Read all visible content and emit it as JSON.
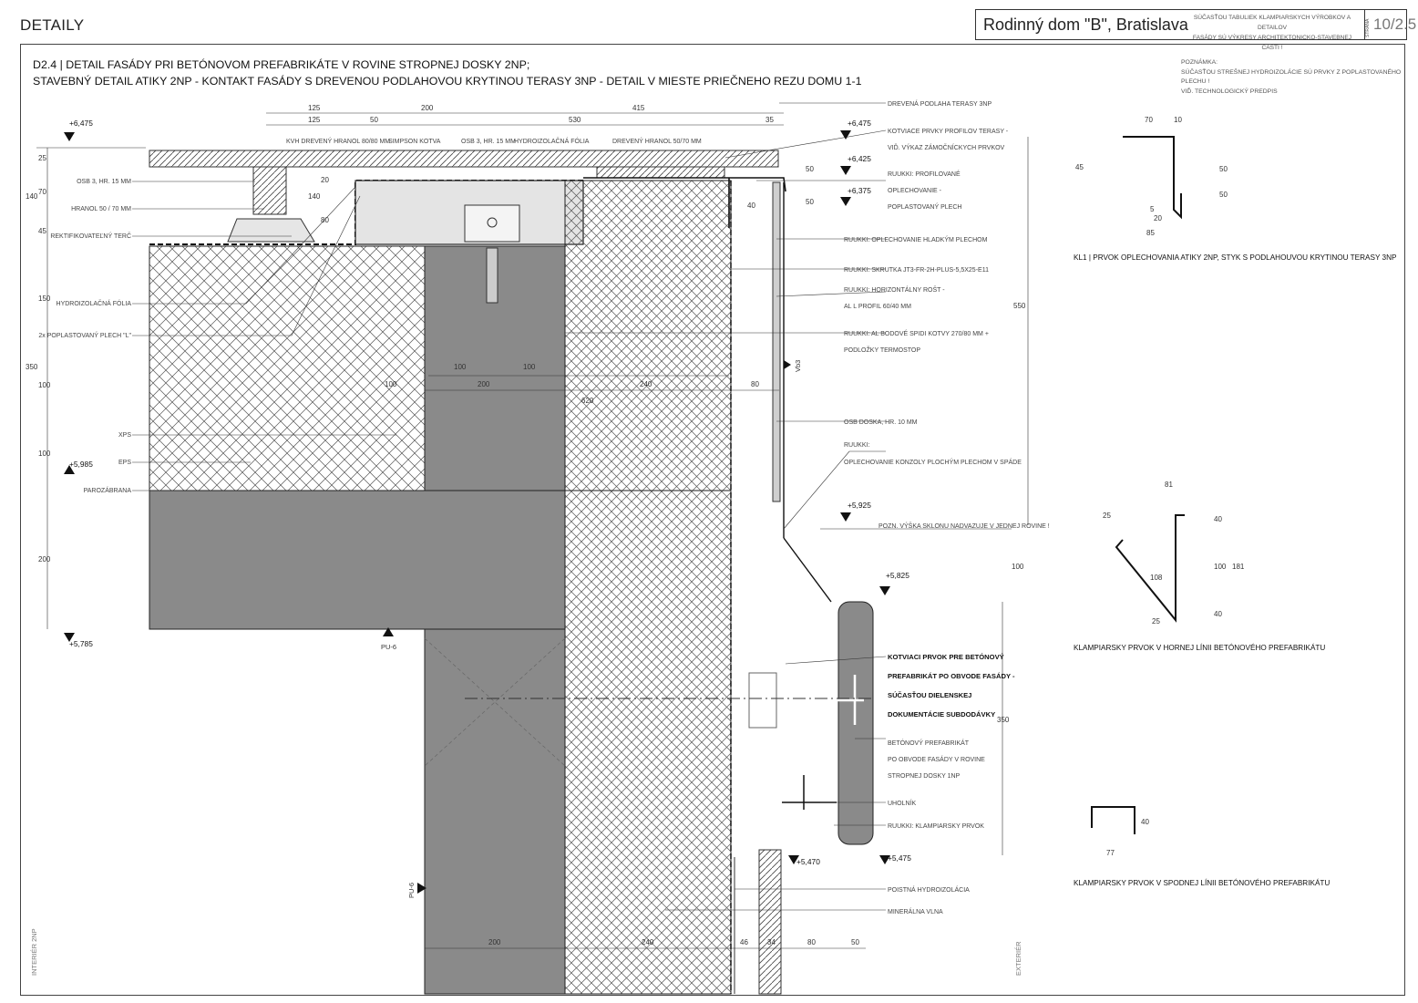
{
  "header": {
    "sheet_title": "DETAILY",
    "project": "Rodinný dom \"B\", Bratislava",
    "note_line1": "SÚČASŤOU TABULIEK KLAMPIARSKYCH VÝROBKOV A DETAILOV",
    "note_line2": "FASÁDY SÚ VÝKRESY ARCHITEKTONICKO-STAVEBNEJ ČASTI !",
    "sheet_label": "STRANA",
    "sheet_no": "10/2.5"
  },
  "detail": {
    "title_line1": "D2.4 | DETAIL FASÁDY PRI BETÓNOVOM PREFABRIKÁTE V ROVINE STROPNEJ DOSKY 2NP;",
    "title_line2": "STAVEBNÝ DETAIL ATIKY 2NP - KONTAKT FASÁDY S DREVENOU PODLAHOVOU KRYTINOU TERASY 3NP - DETAIL V MIESTE PRIEČNEHO REZU DOMU 1-1"
  },
  "note": {
    "l1": "POZNÁMKA:",
    "l2": "SÚČASŤOU STREŠNEJ HYDROIZOLÁCIE SÚ PRVKY Z POPLASTOVANÉHO PLECHU !",
    "l3": "VIĎ. TECHNOLOGICKÝ PREDPIS"
  },
  "levels": {
    "l6475a": "+6,475",
    "l6475b": "+6,475",
    "l6425": "+6,425",
    "l6375": "+6,375",
    "l5985": "+5,985",
    "l5785": "+5,785",
    "l5925": "+5,925",
    "l5825": "+5,825",
    "l5470": "+5,470",
    "l5475": "+5,475"
  },
  "labels_left": {
    "osb3": "OSB 3, HR. 15 MM",
    "hranol": "HRANOL 50 / 70 MM",
    "terc": "REKTIFIKOVATEĽNÝ TERČ",
    "hydro": "HYDROIZOLAČNÁ FÓLIA",
    "plech": "2x POPLASTOVANÝ PLECH \"L\"",
    "xps": "XPS",
    "eps": "EPS",
    "paro": "PAROZÁBRANA"
  },
  "labels_top": {
    "kvh": "KVH DREVENÝ HRANOL 80/80 MM",
    "simpson": "SIMPSON KOTVA",
    "osb": "OSB 3, HR. 15 MM",
    "hydro": "HYDROIZOLAČNÁ FÓLIA",
    "drev": "DREVENÝ HRANOL 50/70 MM"
  },
  "labels_right": {
    "podlaha": "DREVENÁ PODLAHA TERASY 3NP",
    "kotv1": "KOTVIACE PRVKY PROFILOV TERASY -",
    "kotv2": "VIĎ. VÝKAZ ZÁMOČNÍCKYCH PRVKOV",
    "r1": "RUUKKI: PROFILOVANÉ",
    "r2": "OPLECHOVANIE -",
    "r3": "POPLASTOVANÝ PLECH",
    "r4": "RUUKKI: OPLECHOVANIE HLADKÝM PLECHOM",
    "r5": "RUUKKI: SKRUTKA JT3-FR-2H-PLUS-5,5X25-E11",
    "r6": "RUUKKI: HORIZONTÁLNY ROŠT -",
    "r7": "AL L PROFIL 60/40 MM",
    "r8": "RUUKKI: AL BODOVÉ SPIDI KOTVY 270/80 MM +",
    "r9": "PODLOŽKY TERMOSTOP",
    "osb10": "OSB DOSKA, HR. 10 MM",
    "r10": "RUUKKI:",
    "r11": "OPLECHOVANIE KONZOLY PLOCHÝM PLECHOM V SPÁDE",
    "pozn": "POZN. VÝŠKA SKLONU NADVAZUJE V JEDNEJ ROVINE !",
    "k1": "KOTVIACI PRVOK PRE BETÓNOVÝ",
    "k2": "PREFABRIKÁT PO OBVODE FASÁDY -",
    "k3": "SÚČASŤOU DIELENSKEJ",
    "k4": "DOKUMENTÁCIE SUBDODÁVKY",
    "b1": "BETÓNOVÝ PREFABRIKÁT",
    "b2": "PO OBVODE FASÁDY V ROVINE",
    "b3": "STROPNEJ DOSKY 1NP",
    "uholnik": "UHOLNÍK",
    "klamp": "RUUKKI: KLAMPIARSKY PRVOK",
    "poistna": "POISTNÁ HYDROIZOLÁCIA",
    "mineral": "MINERÁLNA VLNA"
  },
  "misc": {
    "pu6a": "PU-6",
    "pu6b": "PU-6",
    "vb3": "Vb3",
    "interior": "INTERIÉR 2NP",
    "exterior": "EXTERIÉR"
  },
  "dims_top": {
    "t125a": "125",
    "t200": "200",
    "t415": "415",
    "t125b": "125",
    "t50": "50",
    "t530": "530",
    "t35": "35"
  },
  "dims_left": {
    "d25": "25",
    "d70": "70",
    "d140": "140",
    "d45": "45",
    "d150": "150",
    "d350": "350",
    "d100a": "100",
    "d100b": "100",
    "d200": "200"
  },
  "dims_mid": {
    "m100a": "100",
    "m100b": "100",
    "m200": "200",
    "m240": "240",
    "m80": "80",
    "m620": "620",
    "m100c": "100",
    "m140": "140",
    "m80b": "80",
    "m20": "20",
    "m40": "40",
    "m50a": "50",
    "m50b": "50"
  },
  "dims_right": {
    "r550": "550",
    "r100": "100",
    "r350": "350"
  },
  "dims_bottom": {
    "b200": "200",
    "b240": "240",
    "b46": "46",
    "b34": "34",
    "b80": "80",
    "b50": "50"
  },
  "kl1": {
    "caption": "KL1 | PRVOK OPLECHOVANIA ATIKY 2NP, STYK S PODLAHOUVOU KRYTINOU TERASY 3NP",
    "d70": "70",
    "d10": "10",
    "d45": "45",
    "d50a": "50",
    "d50b": "50",
    "d85": "85",
    "d5": "5",
    "d20": "20"
  },
  "kl2": {
    "caption": "KLAMPIARSKY PRVOK V HORNEJ LÍNII BETÓNOVÉHO PREFABRIKÁTU",
    "d81": "81",
    "d25a": "25",
    "d40a": "40",
    "d100": "100",
    "d181": "181",
    "d40b": "40",
    "d25b": "25",
    "d108": "108"
  },
  "kl3": {
    "caption": "KLAMPIARSKY PRVOK  V SPODNEJ LÍNII BETÓNOVÉHO PREFABRIKÁTU",
    "d77": "77",
    "d40": "40"
  }
}
